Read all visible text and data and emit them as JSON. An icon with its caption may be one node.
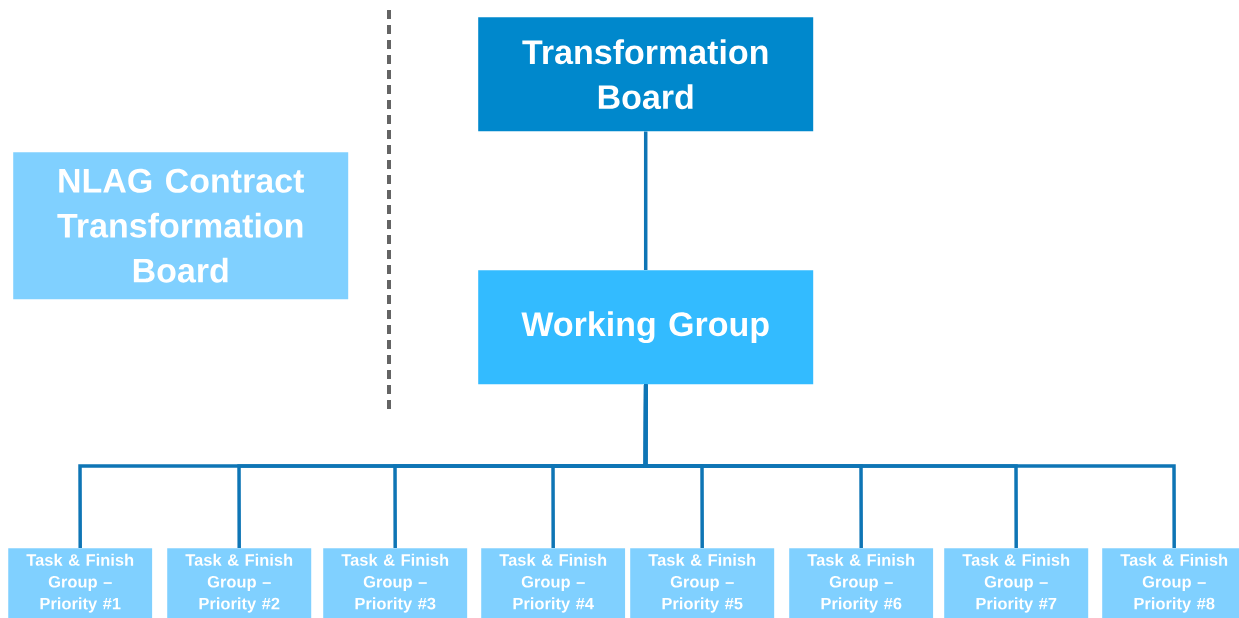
{
  "diagram": {
    "nodes": [
      {
        "text": [
          "Transformation Board"
        ]
      },
      {
        "text": [
          "NLAG Contract Transformation Board"
        ]
      },
      {
        "text": [
          "Working Group"
        ]
      },
      {
        "text": [
          "Task & Finish Group – Priority #1"
        ]
      },
      {
        "text": [
          "Task & Finish Group – Priority #2"
        ]
      },
      {
        "text": [
          "Task & Finish Group – Priority #3"
        ]
      },
      {
        "text": [
          "Task & Finish Group – Priority #4"
        ]
      },
      {
        "text": [
          "Task & Finish Group – Priority #5"
        ]
      },
      {
        "text": [
          "Task & Finish Group – Priority #6"
        ]
      },
      {
        "text": [
          "Task & Finish Group – Priority #7"
        ]
      },
      {
        "text": [
          "Task & Finish Group – Priority #8"
        ]
      }
    ],
    "edges": [
      {
        "from": 0,
        "to": 2,
        "arrow": "none"
      },
      {
        "from": 2,
        "to": 3,
        "arrow": "none"
      },
      {
        "from": 2,
        "to": 4,
        "arrow": "none"
      },
      {
        "from": 2,
        "to": 5,
        "arrow": "none"
      },
      {
        "from": 2,
        "to": 6,
        "arrow": "none"
      },
      {
        "from": 2,
        "to": 7,
        "arrow": "none"
      },
      {
        "from": 2,
        "to": 8,
        "arrow": "none"
      },
      {
        "from": 2,
        "to": 9,
        "arrow": "none"
      },
      {
        "from": 2,
        "to": 10,
        "arrow": "none"
      }
    ]
  }
}
